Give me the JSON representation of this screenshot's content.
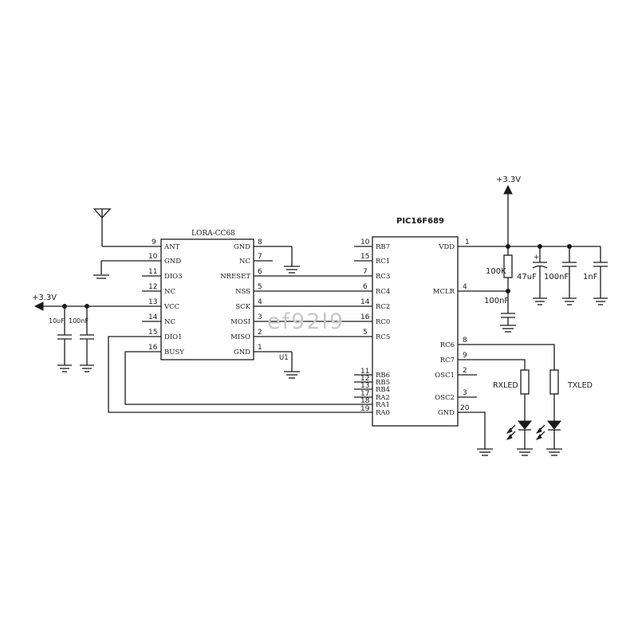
{
  "lora": {
    "name": "LORA-CC68",
    "ref": "U1",
    "left_pins": [
      {
        "num": "9",
        "label": "ANT"
      },
      {
        "num": "10",
        "label": "GND"
      },
      {
        "num": "11",
        "label": "DIO3"
      },
      {
        "num": "12",
        "label": "NC"
      },
      {
        "num": "13",
        "label": "VCC"
      },
      {
        "num": "14",
        "label": "NC"
      },
      {
        "num": "15",
        "label": "DIO1"
      },
      {
        "num": "16",
        "label": "BUSY"
      }
    ],
    "right_pins": [
      {
        "num": "8",
        "label": "GND"
      },
      {
        "num": "7",
        "label": "NC"
      },
      {
        "num": "6",
        "label": "NRESET"
      },
      {
        "num": "5",
        "label": "NSS"
      },
      {
        "num": "4",
        "label": "SCK"
      },
      {
        "num": "3",
        "label": "MOSI"
      },
      {
        "num": "2",
        "label": "MISO"
      },
      {
        "num": "1",
        "label": "GND"
      }
    ]
  },
  "pic": {
    "name": "PIC16F689",
    "left_pins": [
      {
        "num": "10",
        "label": "RB7"
      },
      {
        "num": "15",
        "label": "RC1"
      },
      {
        "num": "7",
        "label": "RC3"
      },
      {
        "num": "6",
        "label": "RC4"
      },
      {
        "num": "14",
        "label": "RC2"
      },
      {
        "num": "16",
        "label": "RC0"
      },
      {
        "num": "5",
        "label": "RC5"
      },
      {
        "num": "11",
        "label": "RB6"
      },
      {
        "num": "12",
        "label": "RB5"
      },
      {
        "num": "13",
        "label": "RB4"
      },
      {
        "num": "17",
        "label": "RA2"
      },
      {
        "num": "18",
        "label": "RA1"
      },
      {
        "num": "19",
        "label": "RA0"
      }
    ],
    "right_pins": [
      {
        "num": "1",
        "label": "VDD"
      },
      {
        "num": "4",
        "label": "MCLR"
      },
      {
        "num": "8",
        "label": "RC6"
      },
      {
        "num": "9",
        "label": "RC7"
      },
      {
        "num": "2",
        "label": "OSC1"
      },
      {
        "num": "3",
        "label": "OSC2"
      },
      {
        "num": "20",
        "label": "GND"
      }
    ]
  },
  "supply": {
    "left": "+3.3V",
    "top": "+3.3V"
  },
  "components": {
    "c_left_1": "10uF",
    "c_left_2": "100nF",
    "r_pullup": "100K",
    "c_mclr": "100nF",
    "c_bulk": "47uF",
    "c_dec1": "100nF",
    "c_dec2": "1nF",
    "led_rx": "RXLED",
    "led_tx": "TXLED"
  },
  "watermark": "ef92l9"
}
